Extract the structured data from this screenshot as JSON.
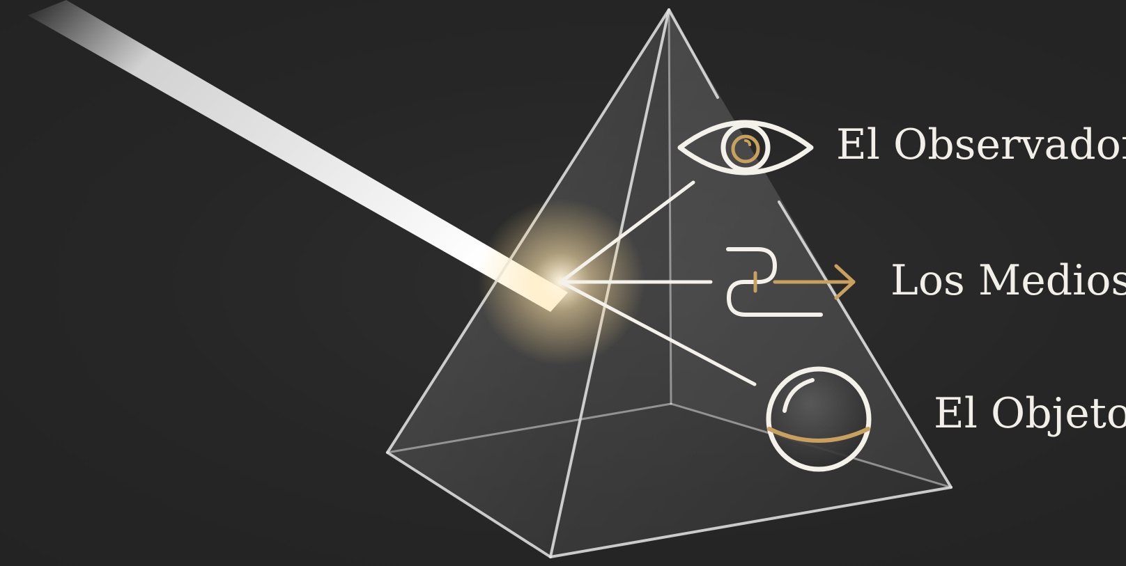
{
  "diagram": {
    "labels": {
      "observer": "El Observador",
      "media": "Los Medios",
      "object": "El Objeto"
    },
    "icons": {
      "observer": "eye-icon",
      "media": "arrow-path-icon",
      "object": "sphere-icon"
    },
    "colors": {
      "background": "#262626",
      "line": "#f4f1ea",
      "accent": "#c9a15e",
      "glow": "#ffe9b8"
    }
  }
}
